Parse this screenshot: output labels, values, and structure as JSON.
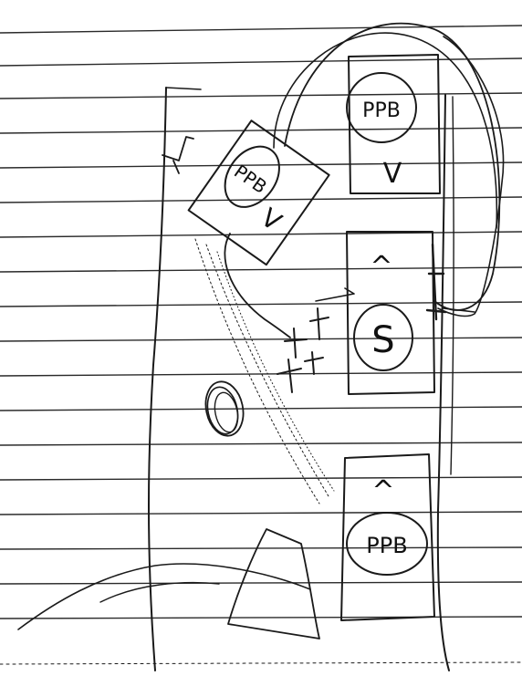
{
  "sketch": {
    "top_box": {
      "circle_label": "PPB",
      "arrow_glyph": "V"
    },
    "tilted_box": {
      "circle_label": "PPB",
      "arrow_glyph": "V"
    },
    "middle_box": {
      "arrow_glyph": "^",
      "circle_label": "S"
    },
    "bottom_box": {
      "arrow_glyph": "^",
      "circle_label": "PPB"
    },
    "ink_color": "#1a1a1a",
    "paper_color": "#ffffff"
  }
}
